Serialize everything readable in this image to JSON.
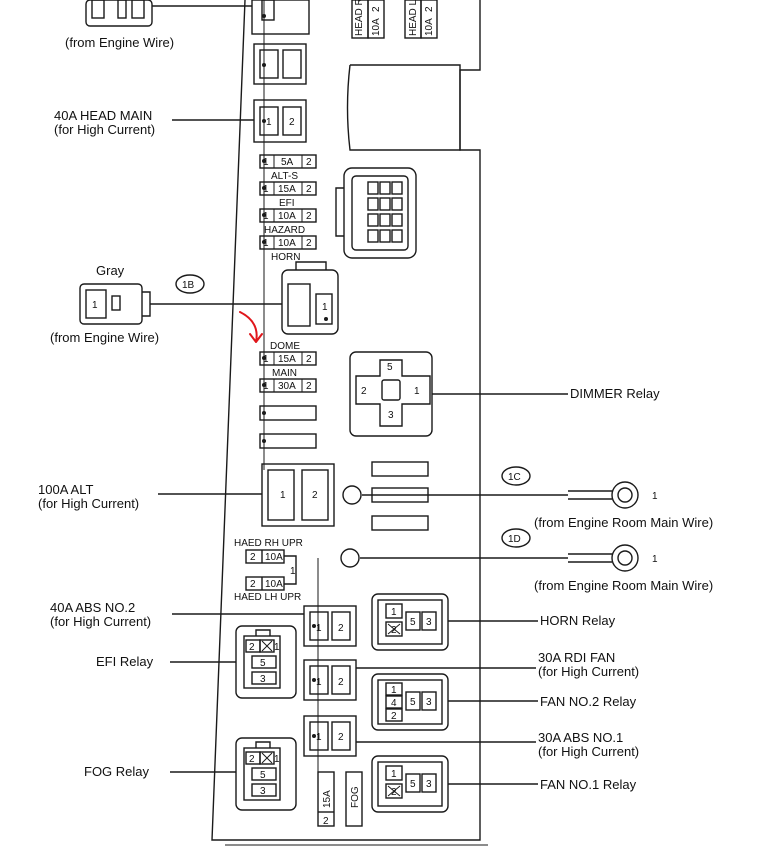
{
  "colors": {
    "line": "#1a1a1a",
    "annotation_arrow": "#e0161b",
    "background": "#ffffff"
  },
  "top": {
    "connector_source_label": "(from Engine Wire)",
    "top_rotated_labels": [
      "HEAD RH",
      "10A",
      "2",
      "HEAD LH",
      "10A",
      "2"
    ]
  },
  "fuses_left": {
    "head_main": {
      "name": "40A HEAD MAIN",
      "note": "(for High Current)",
      "pin1": "1",
      "pin2": "2"
    },
    "alt_s": {
      "label": "ALT-S",
      "value": "5A",
      "pin1": "1",
      "pin2": "2"
    },
    "efi": {
      "label": "EFI",
      "value": "15A",
      "pin1": "1",
      "pin2": "2"
    },
    "hazard": {
      "label": "HAZARD",
      "value": "10A",
      "pin1": "1",
      "pin2": "2"
    },
    "horn": {
      "label": "HORN",
      "value": "10A",
      "pin1": "1",
      "pin2": "2"
    },
    "dome": {
      "label": "DOME",
      "value": "15A",
      "pin1": "1",
      "pin2": "2"
    },
    "main": {
      "label": "MAIN",
      "value": "30A",
      "pin1": "1",
      "pin2": "2"
    }
  },
  "connector_1b": {
    "color_label": "Gray",
    "id": "1B",
    "pin": "1",
    "source": "(from Engine Wire)"
  },
  "dimmer_relay": {
    "label": "DIMMER Relay",
    "pins": [
      "5",
      "2",
      "1",
      "3"
    ]
  },
  "alt": {
    "name": "100A ALT",
    "note": "(for High Current)",
    "pin1": "1",
    "pin2": "2"
  },
  "terminal_1c": {
    "id": "1C",
    "pin": "1",
    "source": "(from Engine Room Main Wire)"
  },
  "terminal_1d": {
    "id": "1D",
    "pin": "1",
    "source": "(from Engine Room Main Wire)"
  },
  "head_upr": {
    "rh_label": "HAED RH UPR",
    "lh_label": "HAED LH UPR",
    "rh_pin": "2",
    "rh_value": "10A",
    "lh_pin": "2",
    "lh_value": "10A",
    "common_pin": "1"
  },
  "abs_no2": {
    "name": "40A ABS NO.2",
    "note": "(for High Current)",
    "pin1": "1",
    "pin2": "2"
  },
  "horn_relay": {
    "label": "HORN Relay",
    "pins": [
      "1",
      "2",
      "5",
      "3"
    ]
  },
  "efi_relay": {
    "label": "EFI Relay",
    "pins": [
      "2",
      "1",
      "5",
      "3"
    ]
  },
  "rdi_fan": {
    "name": "30A RDI FAN",
    "note": "(for High Current)",
    "pin1": "1",
    "pin2": "2"
  },
  "fan_no2_relay": {
    "label": "FAN NO.2 Relay",
    "pins": [
      "1",
      "4",
      "2",
      "5",
      "3"
    ]
  },
  "abs_no1": {
    "name": "30A ABS NO.1",
    "note": "(for High Current)",
    "pin1": "1",
    "pin2": "2"
  },
  "fog_relay": {
    "label": "FOG Relay",
    "pins": [
      "2",
      "1",
      "5",
      "3"
    ]
  },
  "fan_no1_relay": {
    "label": "FAN NO.1 Relay",
    "pins": [
      "1",
      "2",
      "5",
      "3"
    ]
  },
  "fog_fuse": {
    "label": "FOG",
    "value": "15A",
    "pin": "2"
  }
}
